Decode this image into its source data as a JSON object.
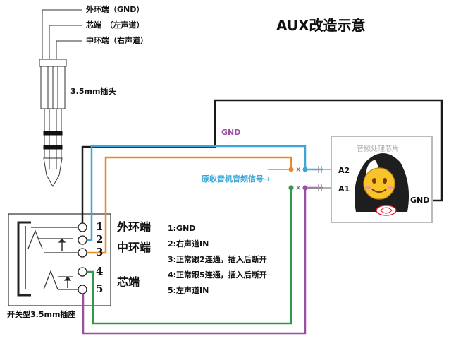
{
  "title": "AUX改造示意",
  "plug": {
    "label": "3.5mm插头",
    "legend": [
      "外环端（GND）",
      "芯端　（左声道）",
      "中环端（右声道）"
    ]
  },
  "socket": {
    "label": "开关型3.5mm插座",
    "pins": [
      "1",
      "2",
      "3",
      "4",
      "5"
    ],
    "group_outer": "外环端",
    "group_middle": "中环端",
    "group_core": "芯端",
    "notes": [
      "1:GND",
      "2:右声道IN",
      "3:正常跟2连通，插入后断开",
      "4:正常跟5连通，插入后断开",
      "5:左声道IN"
    ]
  },
  "chip": {
    "label": "音频处理芯片",
    "a2": "A2",
    "a1": "A1",
    "gnd": "GND"
  },
  "gnd_wire_label": "GND",
  "signal_label": "原收音机音频信号→",
  "cut_marks": [
    "x",
    "x"
  ],
  "colors": {
    "gnd_wire": "#1a1a1a",
    "pin2_wire": "#3aa7d8",
    "pin3_wire": "#e68a2e",
    "pin4_wire": "#2e9a4a",
    "pin5_wire": "#9a4fa0",
    "gnd_label": "#9a4fa0",
    "signal_label": "#3aa7d8"
  }
}
